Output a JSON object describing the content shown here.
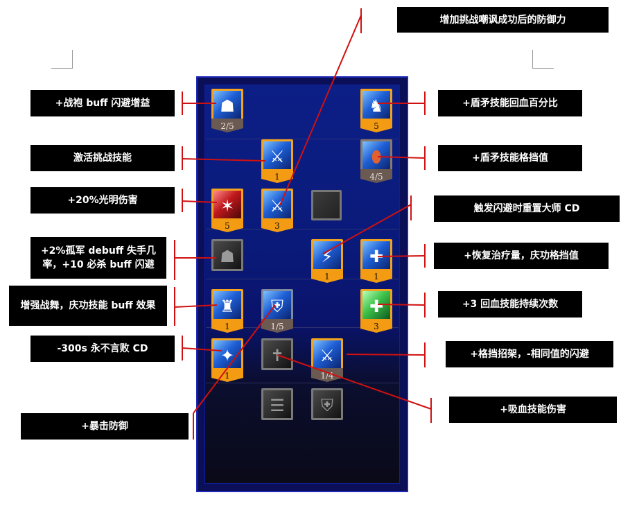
{
  "labels": {
    "top_right": "增加挑战嘲讽成功后的防御力",
    "l1": "+战袍 buff 闪避增益",
    "l2": "激活挑战技能",
    "l3": "+20%光明伤害",
    "l4": "+2%孤军 debuff 失手几率，+10 必杀 buff 闪避",
    "l5": "增强战舞，庆功技能 buff 效果",
    "l6": "-300s 永不言败 CD",
    "l7": "+暴击防御",
    "r1": "+盾矛技能回血百分比",
    "r2": "+盾矛技能格挡值",
    "r3": "触发闪避时重置大师 CD",
    "r4": "+恢复治疗量，庆功格挡值",
    "r5": "+3 回血技能持续次数",
    "r6": "+格挡招架，-相同值的闪避",
    "r7": "+吸血技能伤害"
  },
  "trait_tree": {
    "ranks": {
      "s1": "2/5",
      "s2": "5",
      "s3": "1",
      "s4": "4/5",
      "s5": "5",
      "s6": "3",
      "s7": "1",
      "s8": "1",
      "s9": "1",
      "s10": "1/5",
      "s11": "3",
      "s12": "1",
      "s13": "1/4"
    }
  },
  "icons": {
    "skill_colors": {
      "blue": "#1e5fd6",
      "red": "#c0181c",
      "gold": "#f3a41f",
      "locked": "#7a7a7a"
    },
    "annotation_line_color": "#d01010"
  }
}
